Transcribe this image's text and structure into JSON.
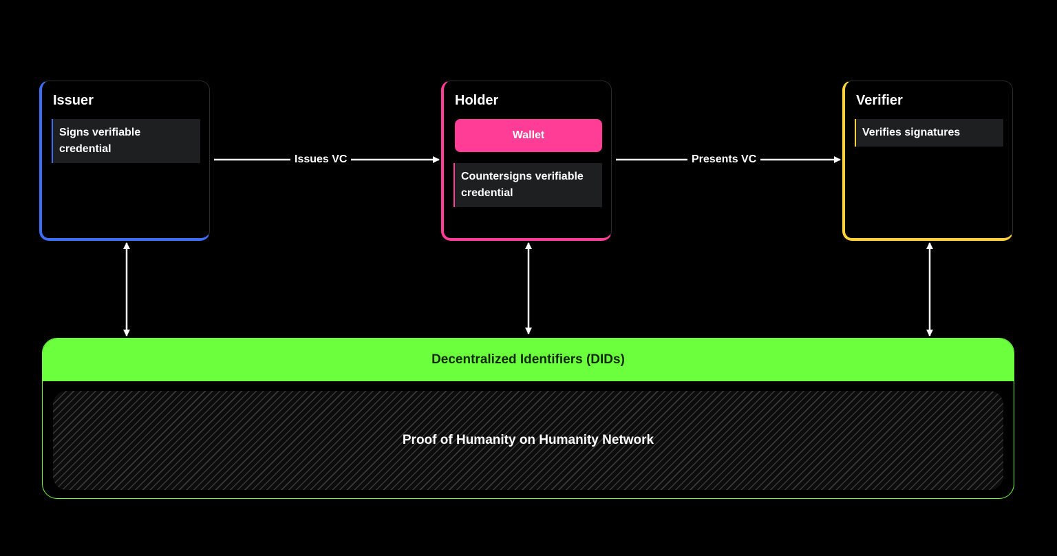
{
  "colors": {
    "background": "#000000",
    "issuer_accent": "#3d6cf5",
    "holder_accent": "#ff3d96",
    "verifier_accent": "#ffd23d",
    "did_accent": "#6bff3d",
    "did_text": "#0e2a05",
    "note_background": "#1e1f20",
    "text": "#ffffff"
  },
  "issuer": {
    "title": "Issuer",
    "note": "Signs verifiable credential"
  },
  "holder": {
    "title": "Holder",
    "wallet_label": "Wallet",
    "note": "Countersigns verifiable credential"
  },
  "verifier": {
    "title": "Verifier",
    "note": "Verifies signatures"
  },
  "flows": {
    "issues_vc": "Issues VC",
    "presents_vc": "Presents VC"
  },
  "did": {
    "title": "Decentralized Identifiers (DIDs)",
    "proof_label": "Proof of Humanity on Humanity Network"
  }
}
